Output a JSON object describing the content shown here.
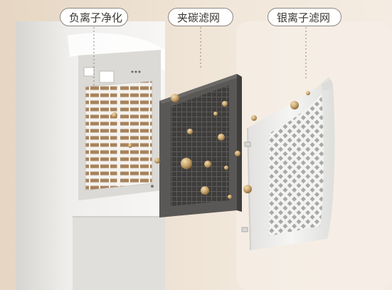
{
  "labels": {
    "ion": "负离子净化",
    "carbon": "夹碳滤网",
    "silver": "银离子滤网"
  },
  "colors": {
    "background": "#efe4d6",
    "device_white": "#e9e7e4",
    "carbon_filter": "#575553",
    "particle_gold": "#c8a56e",
    "grille_brown": "#9a7650"
  }
}
